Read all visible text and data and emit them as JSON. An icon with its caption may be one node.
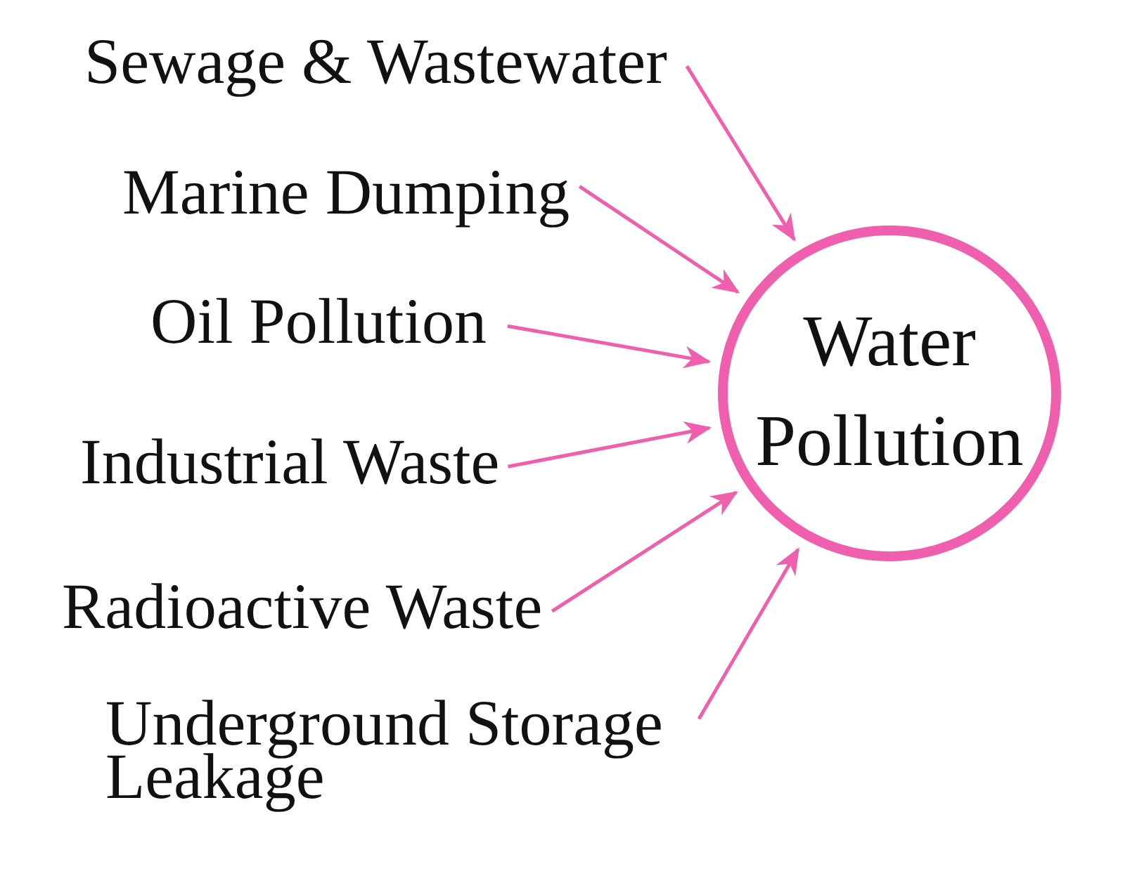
{
  "diagram": {
    "nodes": [
      {
        "text": [
          "Sewage & Wastewater"
        ]
      },
      {
        "text": [
          "Marine Dumping"
        ]
      },
      {
        "text": [
          "Oil Pollution"
        ]
      },
      {
        "text": [
          "Industrial Waste"
        ]
      },
      {
        "text": [
          "Radioactive Waste"
        ]
      },
      {
        "text": [
          "Underground Storage Leakage"
        ]
      },
      {
        "text": [
          "Water Pollution"
        ]
      }
    ],
    "edges": [
      {
        "from": 0,
        "to": 6,
        "arrow": "to"
      },
      {
        "from": 1,
        "to": 6,
        "arrow": "to"
      },
      {
        "from": 2,
        "to": 6,
        "arrow": "to"
      },
      {
        "from": 3,
        "to": 6,
        "arrow": "to"
      },
      {
        "from": 4,
        "to": 6,
        "arrow": "to"
      },
      {
        "from": 5,
        "to": 6,
        "arrow": "to"
      }
    ]
  }
}
